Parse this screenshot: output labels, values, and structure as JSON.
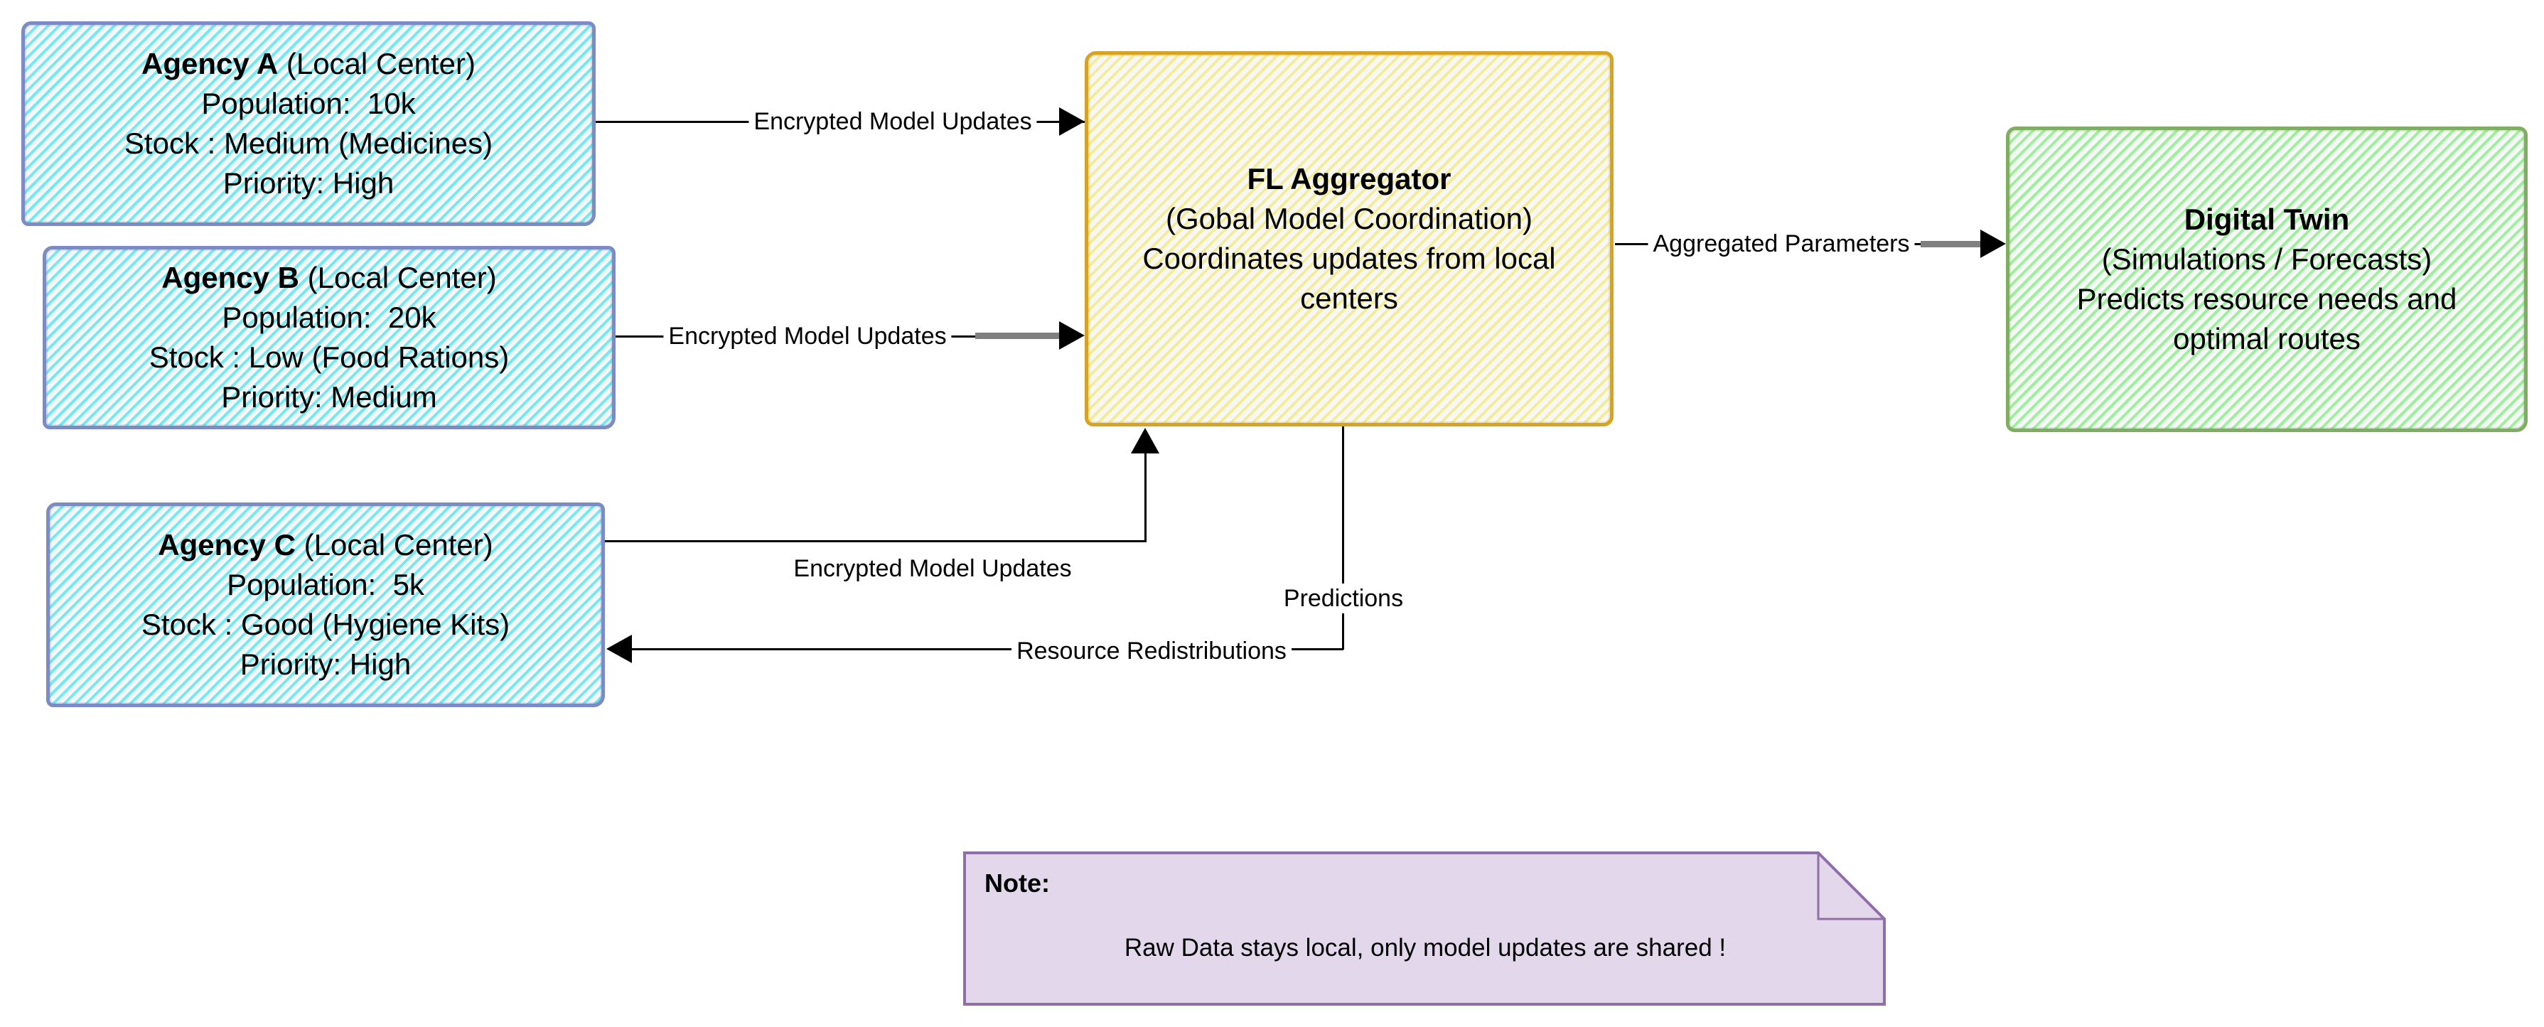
{
  "nodes": {
    "agency_a": {
      "title_bold": "Agency A",
      "title_rest": " (Local Center)",
      "lines": [
        "Population:  10k",
        "Stock : Medium (Medicines)",
        "Priority: High"
      ],
      "stripe_color": "#48e4f0",
      "border_color": "#7b8cc4"
    },
    "agency_b": {
      "title_bold": "Agency B",
      "title_rest": " (Local Center)",
      "lines": [
        "Population:  20k",
        "Stock : Low (Food Rations)",
        "Priority: Medium"
      ],
      "stripe_color": "#48e4f0",
      "border_color": "#7b8cc4"
    },
    "agency_c": {
      "title_bold": "Agency C",
      "title_rest": " (Local Center)",
      "lines": [
        "Population:  5k",
        "Stock : Good (Hygiene Kits)",
        "Priority: High"
      ],
      "stripe_color": "#48e4f0",
      "border_color": "#7b8cc4"
    },
    "aggregator": {
      "title_bold": "FL Aggregator",
      "subtitle": "(Gobal Model Coordination)",
      "description": "Coordinates updates from local centers",
      "stripe_color": "#f4e982",
      "border_color": "#d8a322"
    },
    "digital_twin": {
      "title_bold": "Digital Twin",
      "subtitle": "(Simulations / Forecasts)",
      "description": "Predicts resource needs and optimal routes",
      "stripe_color": "#87ee87",
      "border_color": "#7fae63"
    }
  },
  "edges": {
    "a_to_aggregator": {
      "label": "Encrypted Model Updates"
    },
    "b_to_aggregator": {
      "label": "Encrypted Model Updates"
    },
    "c_to_aggregator": {
      "label": "Encrypted Model Updates"
    },
    "aggregator_to_twin": {
      "label": "Aggregated Parameters"
    },
    "predictions": {
      "label": "Predictions"
    },
    "resource_redistributions": {
      "label": "Resource Redistributions"
    }
  },
  "note": {
    "title": "Note:",
    "body": "Raw Data stays local, only model updates are shared !",
    "fill": "#e3d7ec",
    "border": "#8f6fa6"
  },
  "colors": {
    "arrow": "#000000",
    "arrow_gray": "#7f7f7f",
    "background": "#ffffff"
  }
}
